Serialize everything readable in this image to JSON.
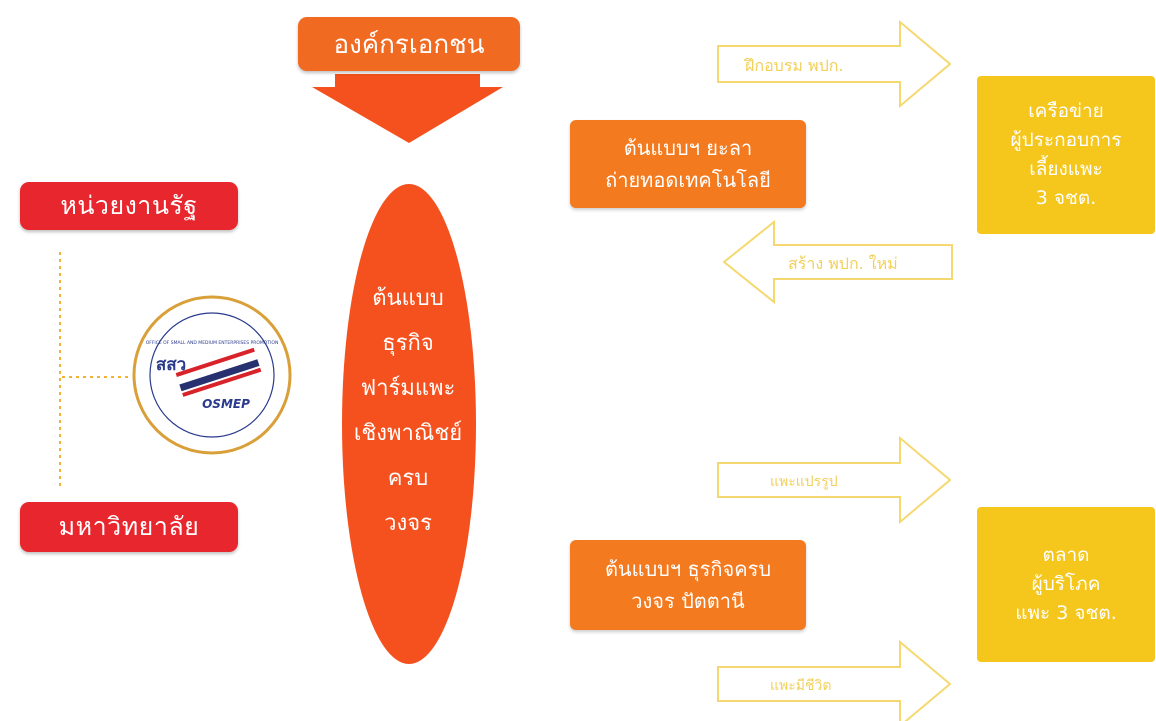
{
  "top_box": {
    "label": "องค์กรเอกชน"
  },
  "left": {
    "government_label": "หน่วยงานรัฐ",
    "university_label": "มหาวิทยาลัย",
    "logo": {
      "thai_text": "สสว",
      "english_text": "OSMEP",
      "ring_text": "OFFICE OF SMALL AND MEDIUM ENTERPRISES PROMOTION"
    }
  },
  "center": {
    "lines": [
      "ต้นแบบ",
      "ธุรกิจ",
      "ฟาร์มแพะ",
      "เชิงพาณิชย์",
      "ครบ",
      "วงจร"
    ]
  },
  "middle_boxes": {
    "top": "ต้นแบบฯ ยะลา\nถ่ายทอดเทคโนโลยี",
    "bottom": "ต้นแบบฯ ธุรกิจครบ\nวงจร ปัตตานี"
  },
  "arrows": {
    "train": "ฝึกอบรม พปก.",
    "new_farmers": "สร้าง พปก. ใหม่",
    "processed": "แพะแปรรูป",
    "live": "แพะมีชีวิต"
  },
  "right_boxes": {
    "network": "เครือข่าย\nผู้ประกอบการ\nเลี้ยงแพะ\n3 จชต.",
    "market": "ตลาด\nผู้บริโภค\nแพะ 3 จชต."
  },
  "colors": {
    "red": "#e8262d",
    "orange_red": "#f4511e",
    "orange": "#f37a1f",
    "yellow": "#f5c61c",
    "arrow_outline": "#f5d870",
    "dotted_line": "#f2b234"
  }
}
